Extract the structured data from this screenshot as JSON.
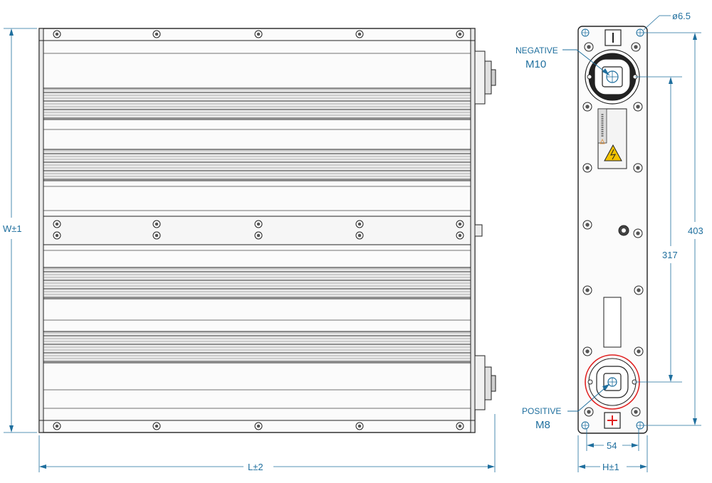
{
  "dimensions": {
    "width_label": "W±1",
    "length_label": "L±2",
    "height_label": "H±1",
    "hole_diameter_label": "ø6.5",
    "overall_height_value": "403",
    "terminal_spacing_value": "317",
    "hole_spacing_value": "54"
  },
  "terminals": {
    "negative_label": "NEGATIVE",
    "negative_thread": "M10",
    "positive_label": "POSITIVE",
    "positive_thread": "M8"
  },
  "colors": {
    "dimension": "#1f6f9e",
    "outline": "#222222",
    "positive_ring": "#e02020",
    "positive_symbol": "#e02020",
    "fin_dark": "#6c6c6c"
  },
  "icons": [
    "warning-triangle-icon",
    "high-voltage-icon",
    "negative-symbol-icon",
    "positive-symbol-icon"
  ]
}
